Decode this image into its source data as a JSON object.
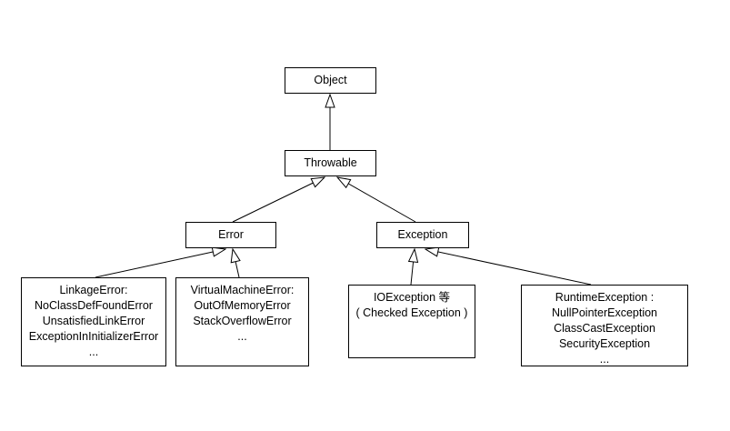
{
  "colors": {
    "background": "#ffffff",
    "box_border": "#000000",
    "line": "#000000",
    "text": "#000000"
  },
  "nodes": {
    "object": {
      "label": "Object"
    },
    "throwable": {
      "label": "Throwable"
    },
    "error": {
      "label": "Error"
    },
    "exception": {
      "label": "Exception"
    },
    "linkage_error": {
      "lines": [
        "LinkageError:",
        "NoClassDefFoundError",
        "UnsatisfiedLinkError",
        "ExceptionInInitializerError",
        "..."
      ]
    },
    "virtual_machine_error": {
      "lines": [
        "VirtualMachineError:",
        "OutOfMemoryError",
        "StackOverflowError",
        "..."
      ]
    },
    "io_exception": {
      "lines": [
        "IOException 等",
        "( Checked Exception )"
      ]
    },
    "runtime_exception": {
      "lines": [
        "RuntimeException :",
        "NullPointerException",
        "ClassCastException",
        "SecurityException",
        "..."
      ]
    }
  },
  "edges": [
    {
      "from": "Throwable",
      "to": "Object"
    },
    {
      "from": "Error",
      "to": "Throwable"
    },
    {
      "from": "Exception",
      "to": "Throwable"
    },
    {
      "from": "LinkageError",
      "to": "Error"
    },
    {
      "from": "VirtualMachineError",
      "to": "Error"
    },
    {
      "from": "IOException",
      "to": "Exception"
    },
    {
      "from": "RuntimeException",
      "to": "Exception"
    }
  ]
}
